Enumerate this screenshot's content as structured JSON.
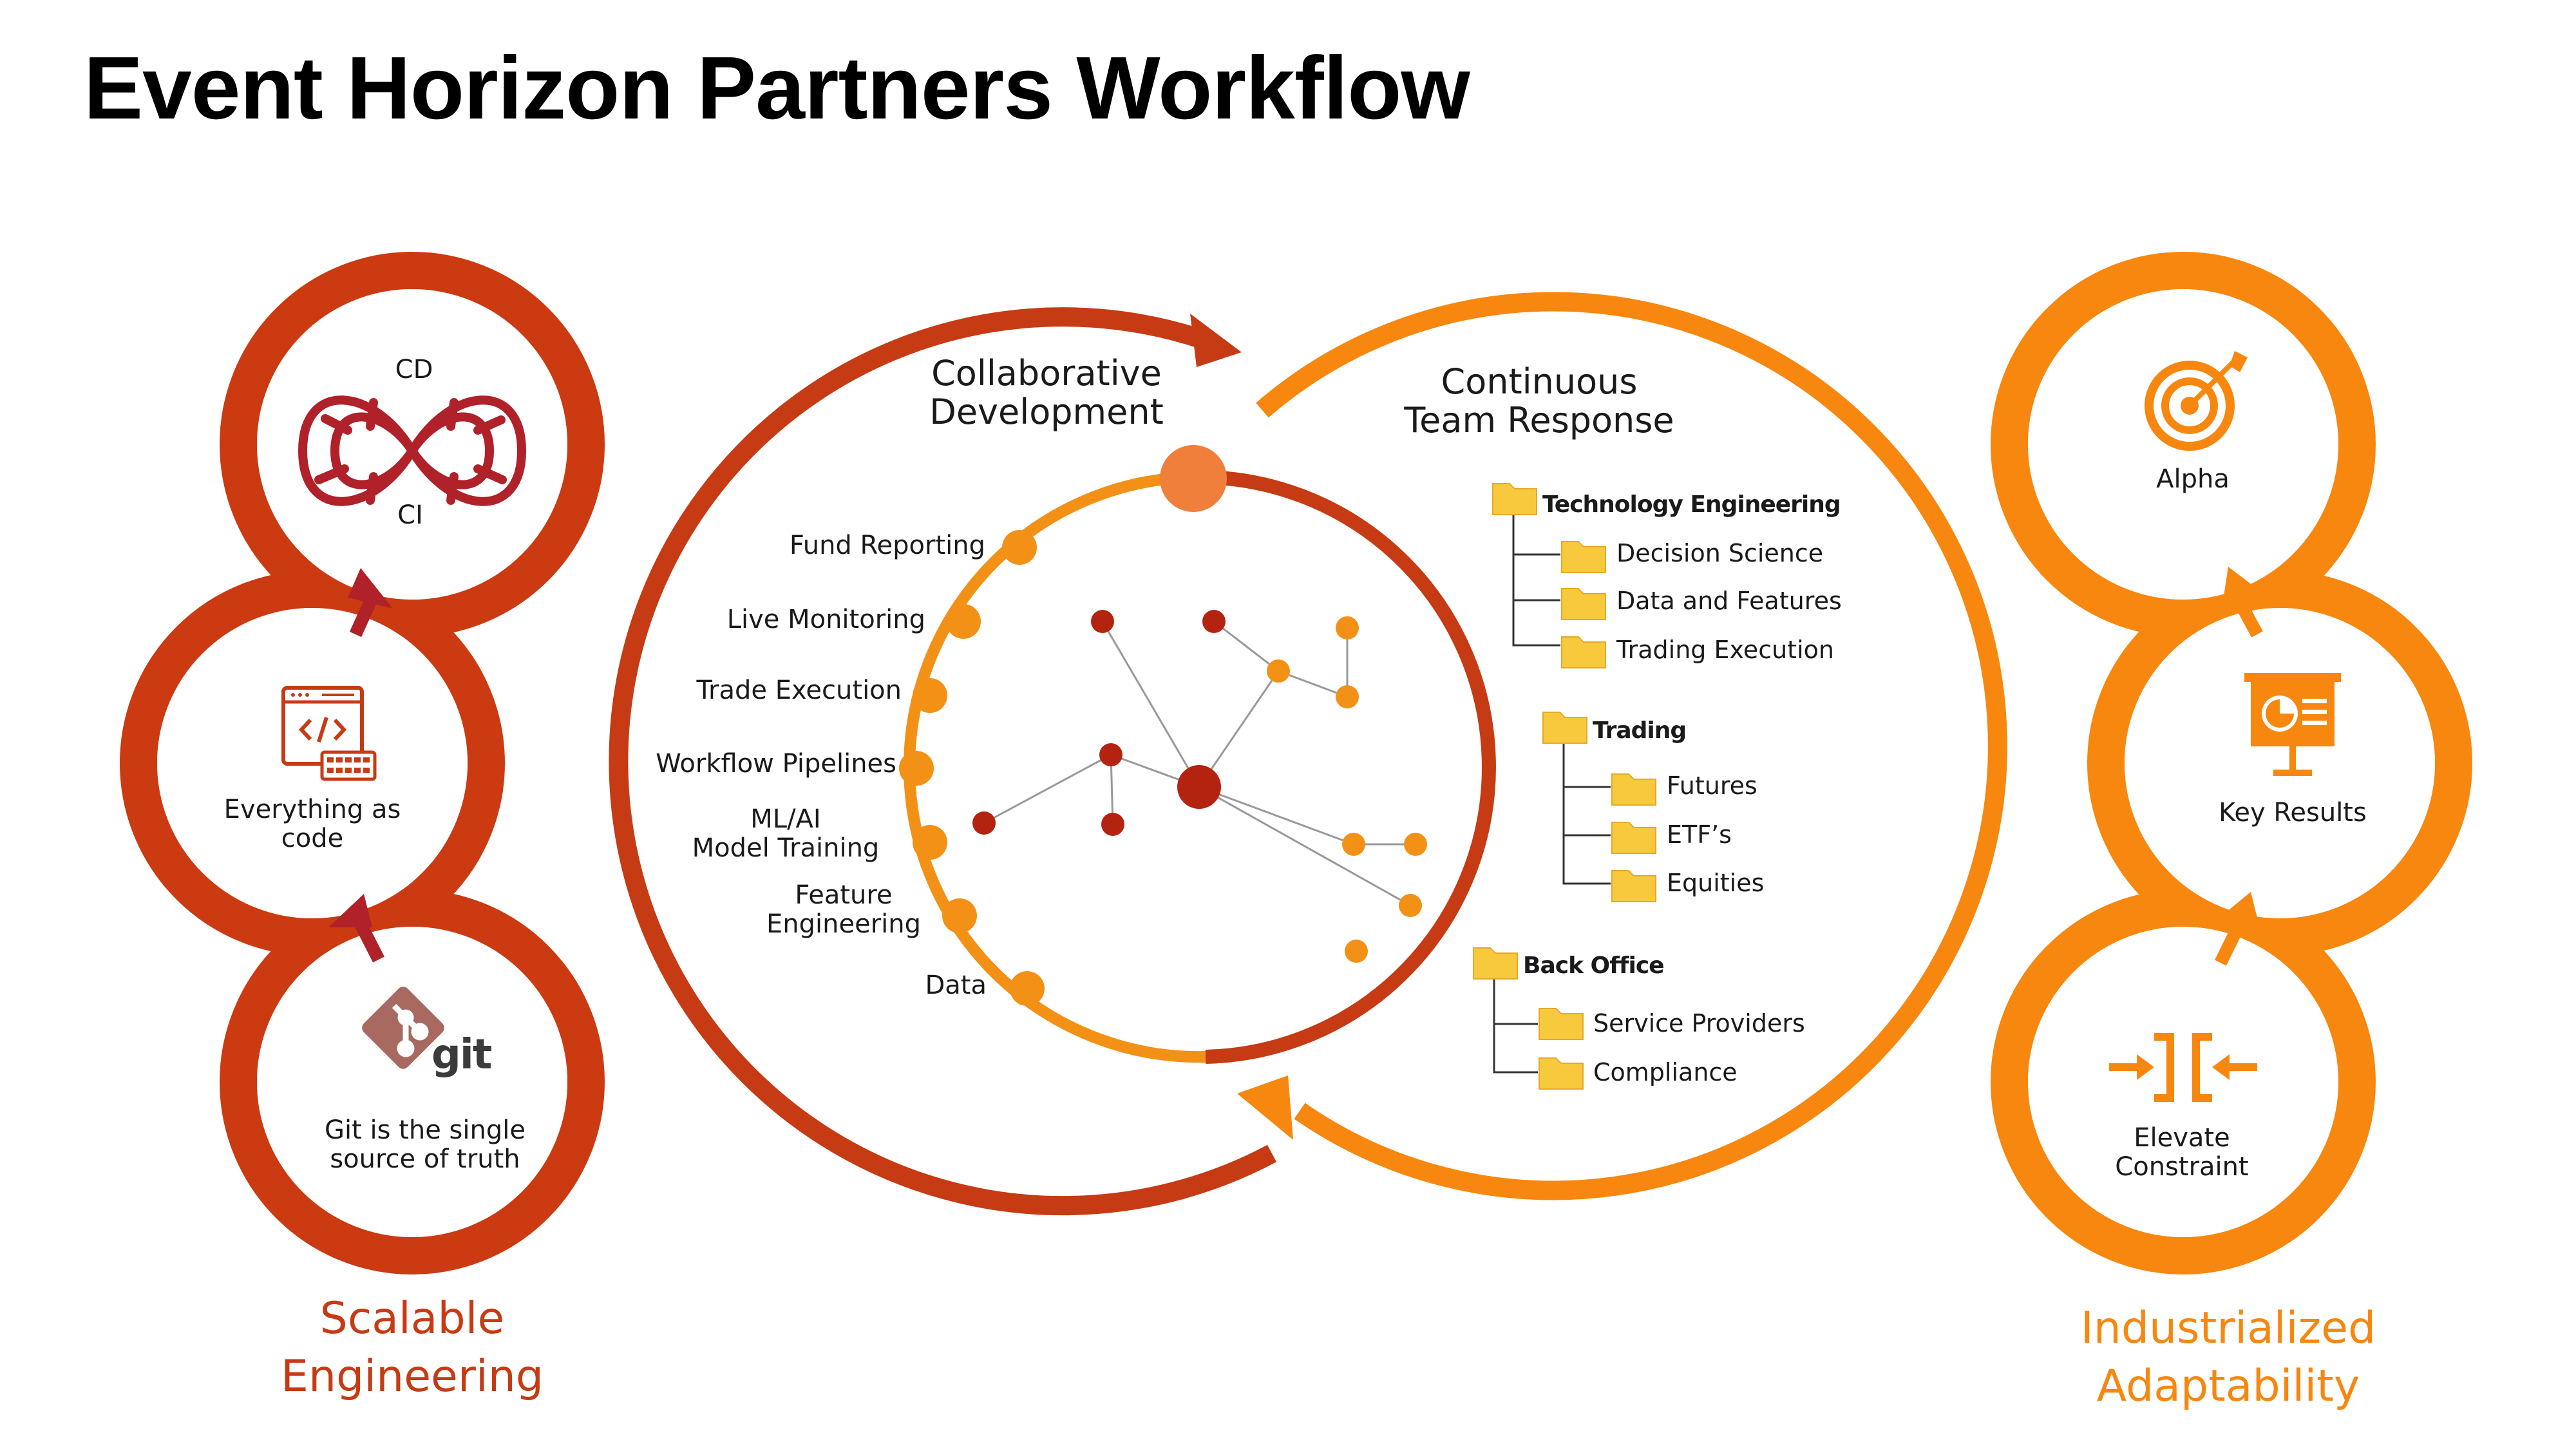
{
  "title": "Event Horizon Partners Workflow",
  "colors": {
    "dark_red": "#C63B14",
    "orange": "#F7870F",
    "crimson": "#B0212A",
    "node_red": "#B3230F",
    "node_orange": "#F39117",
    "folder": "#F8C93C",
    "git": "#A86960"
  },
  "left_panel": {
    "cd_label": "CD",
    "ci_label": "CI",
    "eac_label": "Everything as\ncode",
    "git_word": "git",
    "git_label": "Git is the single\nsource of truth",
    "caption": "Scalable\nEngineering"
  },
  "center": {
    "collab_label": "Collaborative\nDevelopment",
    "team_label": "Continuous\nTeam Response",
    "stages": [
      "Fund Reporting",
      "Live Monitoring",
      "Trade Execution",
      "Workflow Pipelines",
      "ML/AI\nModel Training",
      "Feature\nEngineering",
      "Data"
    ]
  },
  "tree": [
    {
      "name": "Technology Engineering",
      "children": [
        "Decision Science",
        "Data and Features",
        "Trading Execution"
      ]
    },
    {
      "name": "Trading",
      "children": [
        "Futures",
        "ETF’s",
        "Equities"
      ]
    },
    {
      "name": "Back Office",
      "children": [
        "Service Providers",
        "Compliance"
      ]
    }
  ],
  "right_panel": {
    "alpha_label": "Alpha",
    "key_results_label": "Key Results",
    "elevate_label": "Elevate\nConstraint",
    "caption": "Industrialized\nAdaptability"
  }
}
